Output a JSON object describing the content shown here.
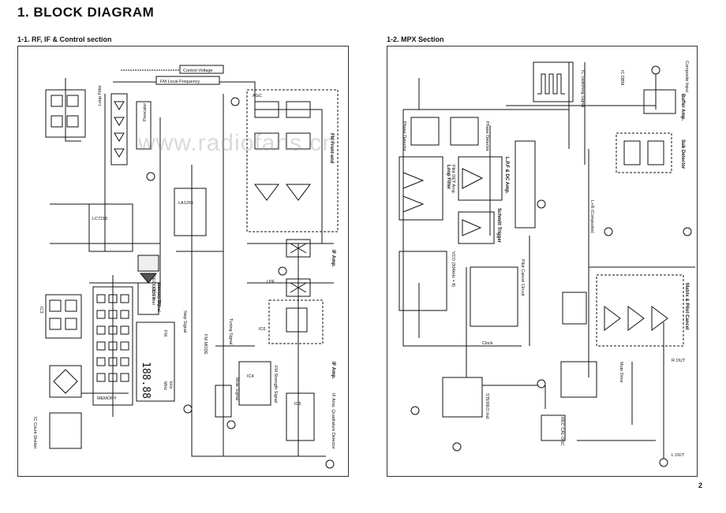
{
  "title": "1. BLOCK DIAGRAM",
  "left_section": {
    "heading": "1-1. RF, IF & Control section",
    "labels": {
      "control_voltage": "Control Voltage",
      "fm_local": "FM Local Frequency",
      "agc": "AGC",
      "fm_front_end": "FM Front-end",
      "loop_filter": "Loop Filter",
      "prescaler": "Prescaler",
      "lpf": "LPF",
      "if_amp1": "IF Amp.",
      "if_amp2": "IF Amp.",
      "if_amp_detector": "IF Amp. Quadrature Detector",
      "fm_strength": "FM Strength Signal",
      "decorder": "DECORDER",
      "lcd_timer": "LCD Timer",
      "memory_signal": "Memory Signal",
      "step_signal": "Step Signal",
      "fm_mode": "FM MODE",
      "mute_signal": "Mute Signal",
      "tuning_signal": "Tuning Signal",
      "ic3": "IC3",
      "ic4": "IC4",
      "ic5": "IC5",
      "ic6": "IC6",
      "la1265": "LA1265",
      "lc7215": "LC7215",
      "memory": "MEMORY",
      "display_digits": "188.88",
      "fm": "FM",
      "mhz": "MHz",
      "khz": "kHz",
      "ic_count_divider": "IC Count Divider"
    }
  },
  "right_section": {
    "heading": "1-2. MPX Section",
    "labels": {
      "composite_input": "Composite Input",
      "buffer_amp": "Buffer Amp.",
      "sub_detector": "Sub Detector",
      "phase_detector": "Phase Detector",
      "phase_detector2": "Phase Detector",
      "pilot_det": "Pilot DET Amp.",
      "loop_filter": "Loop Filter",
      "lpf_dc": "L.P.F & DC Amp.",
      "schmitt": "Schmitt Trigger",
      "vco": "VCO (304kHz × 8)",
      "pilot_canceller": "Pilot Cancel Circuit",
      "composite_signal": "L+R (Composite)",
      "matrix_pilot": "Matrix & Pilot Cancel",
      "clock": "Clock",
      "stereo_ind": "STEREO Ind.",
      "rec_cal": "REC CAL OSC",
      "mute_drive": "Mute Drive",
      "out_l": "L OUT",
      "out_r": "R OUT",
      "switching_signal": "IC Switching Signal",
      "ic_dbm": "IC DBM"
    }
  },
  "watermark": "www.radiofans.cn",
  "page_number": "2"
}
